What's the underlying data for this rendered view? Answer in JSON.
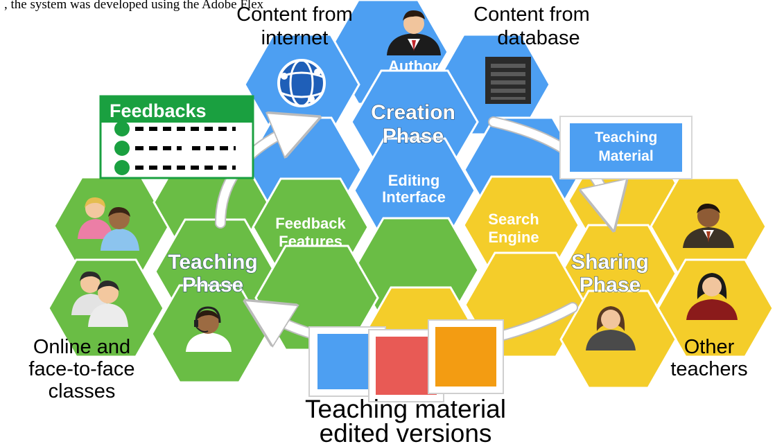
{
  "header_fragment": ", the system was developed using the Adobe Flex",
  "colors": {
    "blue": "#4d9ff2",
    "green": "#6abd45",
    "yellow": "#f4cd2a",
    "feedback_green": "#1aa040",
    "material_orange": "#f39c12",
    "material_red": "#e85a55"
  },
  "hexagons": {
    "author": "Author",
    "creation_phase": [
      "Creation",
      "Phase"
    ],
    "editing_interface": [
      "Editing",
      "Interface"
    ],
    "feedback_features": [
      "Feedback",
      "Features"
    ],
    "search_engine": [
      "Search",
      "Engine"
    ],
    "teaching_phase": [
      "Teaching",
      "Phase"
    ],
    "sharing_phase": [
      "Sharing",
      "Phase"
    ]
  },
  "labels": {
    "content_internet": [
      "Content from",
      "internet"
    ],
    "content_database": [
      "Content from",
      "database"
    ],
    "online_classes": [
      "Online and",
      "face-to-face",
      "classes"
    ],
    "other_teachers": [
      "Other",
      "teachers"
    ],
    "edited_versions": [
      "Teaching material",
      "edited versions"
    ]
  },
  "feedbacks_card": {
    "title": "Feedbacks"
  },
  "teaching_material_card": [
    "Teaching",
    "Material"
  ],
  "icons": [
    "globe-icon",
    "server-icon",
    "author-icon",
    "students-icon",
    "teacher-icon",
    "headset-teacher-icon"
  ]
}
